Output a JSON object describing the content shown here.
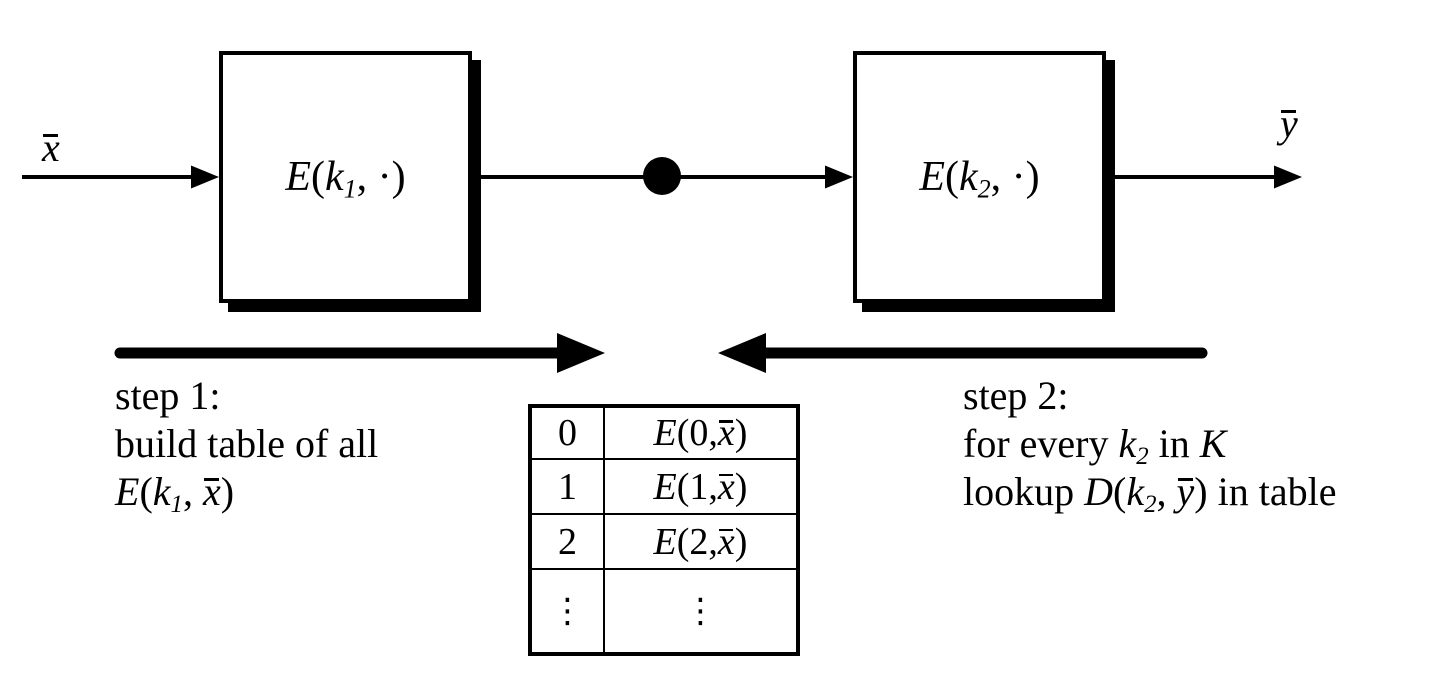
{
  "colors": {
    "ink": "#000000",
    "background": "#ffffff"
  },
  "input_label": {
    "var": "x"
  },
  "output_label": {
    "var": "y"
  },
  "box1": {
    "E": "E",
    "open": "(",
    "key": "k",
    "sub": "1",
    "rest": ", ·)"
  },
  "box2": {
    "E": "E",
    "open": "(",
    "key": "k",
    "sub": "2",
    "rest": ", ·)"
  },
  "step1": {
    "line1": "step 1:",
    "line2": "build table of all",
    "formula": {
      "E": "E",
      "open": "(",
      "key": "k",
      "sub": "1",
      "comma": ", ",
      "var": "x",
      "close": ")"
    }
  },
  "step2": {
    "line1": "step 2:",
    "line2": {
      "pre": "for every ",
      "key": "k",
      "sub": "2",
      "mid": " in ",
      "set": "K"
    },
    "line3": {
      "pre": "lookup ",
      "D": "D",
      "open": "(",
      "key": "k",
      "sub": "2",
      "comma": ", ",
      "var": "y",
      "close": ") in table"
    }
  },
  "table": {
    "rows": [
      {
        "key": "0",
        "E": "E",
        "mid": "(0, ",
        "var": "x",
        "close": ")"
      },
      {
        "key": "1",
        "E": "E",
        "mid": "(1, ",
        "var": "x",
        "close": ")"
      },
      {
        "key": "2",
        "E": "E",
        "mid": "(2, ",
        "var": "x",
        "close": ")"
      },
      {
        "key": "⋮",
        "value": "⋮"
      }
    ]
  }
}
